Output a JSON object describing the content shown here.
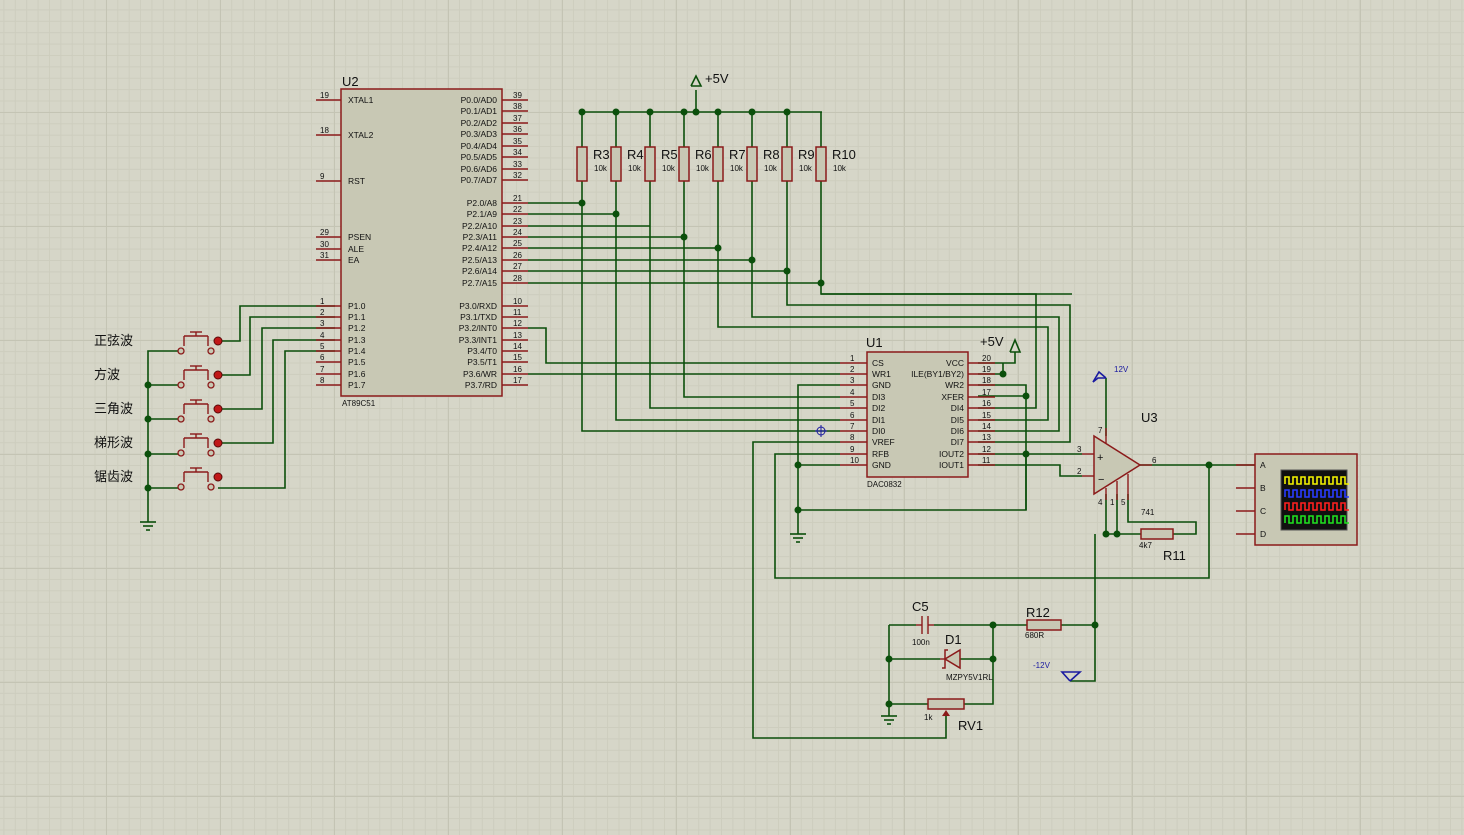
{
  "u2": {
    "ref": "U2",
    "part": "AT89C51",
    "left_pins": [
      {
        "num": "19",
        "name": "XTAL1"
      },
      {
        "num": "18",
        "name": "XTAL2"
      },
      {
        "num": "9",
        "name": "RST"
      },
      {
        "num": "29",
        "name": "PSEN"
      },
      {
        "num": "30",
        "name": "ALE"
      },
      {
        "num": "31",
        "name": "EA"
      },
      {
        "num": "1",
        "name": "P1.0"
      },
      {
        "num": "2",
        "name": "P1.1"
      },
      {
        "num": "3",
        "name": "P1.2"
      },
      {
        "num": "4",
        "name": "P1.3"
      },
      {
        "num": "5",
        "name": "P1.4"
      },
      {
        "num": "6",
        "name": "P1.5"
      },
      {
        "num": "7",
        "name": "P1.6"
      },
      {
        "num": "8",
        "name": "P1.7"
      }
    ],
    "right_pins": [
      {
        "num": "39",
        "name": "P0.0/AD0"
      },
      {
        "num": "38",
        "name": "P0.1/AD1"
      },
      {
        "num": "37",
        "name": "P0.2/AD2"
      },
      {
        "num": "36",
        "name": "P0.3/AD3"
      },
      {
        "num": "35",
        "name": "P0.4/AD4"
      },
      {
        "num": "34",
        "name": "P0.5/AD5"
      },
      {
        "num": "33",
        "name": "P0.6/AD6"
      },
      {
        "num": "32",
        "name": "P0.7/AD7"
      },
      {
        "num": "21",
        "name": "P2.0/A8"
      },
      {
        "num": "22",
        "name": "P2.1/A9"
      },
      {
        "num": "23",
        "name": "P2.2/A10"
      },
      {
        "num": "24",
        "name": "P2.3/A11"
      },
      {
        "num": "25",
        "name": "P2.4/A12"
      },
      {
        "num": "26",
        "name": "P2.5/A13"
      },
      {
        "num": "27",
        "name": "P2.6/A14"
      },
      {
        "num": "28",
        "name": "P2.7/A15"
      },
      {
        "num": "10",
        "name": "P3.0/RXD"
      },
      {
        "num": "11",
        "name": "P3.1/TXD"
      },
      {
        "num": "12",
        "name": "P3.2/INT0"
      },
      {
        "num": "13",
        "name": "P3.3/INT1"
      },
      {
        "num": "14",
        "name": "P3.4/T0"
      },
      {
        "num": "15",
        "name": "P3.5/T1"
      },
      {
        "num": "16",
        "name": "P3.6/WR"
      },
      {
        "num": "17",
        "name": "P3.7/RD"
      }
    ]
  },
  "u1": {
    "ref": "U1",
    "part": "DAC0832",
    "left_pins": [
      {
        "num": "1",
        "name": "CS"
      },
      {
        "num": "2",
        "name": "WR1"
      },
      {
        "num": "3",
        "name": "GND"
      },
      {
        "num": "4",
        "name": "DI3"
      },
      {
        "num": "5",
        "name": "DI2"
      },
      {
        "num": "6",
        "name": "DI1"
      },
      {
        "num": "7",
        "name": "DI0"
      },
      {
        "num": "8",
        "name": "VREF"
      },
      {
        "num": "9",
        "name": "RFB"
      },
      {
        "num": "10",
        "name": "GND"
      }
    ],
    "right_pins": [
      {
        "num": "20",
        "name": "VCC"
      },
      {
        "num": "19",
        "name": "ILE(BY1/BY2)"
      },
      {
        "num": "18",
        "name": "WR2"
      },
      {
        "num": "17",
        "name": "XFER"
      },
      {
        "num": "16",
        "name": "DI4"
      },
      {
        "num": "15",
        "name": "DI5"
      },
      {
        "num": "14",
        "name": "DI6"
      },
      {
        "num": "13",
        "name": "DI7"
      },
      {
        "num": "12",
        "name": "IOUT2"
      },
      {
        "num": "11",
        "name": "IOUT1"
      }
    ]
  },
  "resistor_array": [
    {
      "ref": "R3",
      "value": "10k"
    },
    {
      "ref": "R4",
      "value": "10k"
    },
    {
      "ref": "R5",
      "value": "10k"
    },
    {
      "ref": "R6",
      "value": "10k"
    },
    {
      "ref": "R7",
      "value": "10k"
    },
    {
      "ref": "R8",
      "value": "10k"
    },
    {
      "ref": "R9",
      "value": "10k"
    },
    {
      "ref": "R10",
      "value": "10k"
    }
  ],
  "power": {
    "top": "+5V",
    "dac": "+5V",
    "pos12": "12V",
    "neg12": "-12V"
  },
  "buttons": [
    "正弦波",
    "方波",
    "三角波",
    "梯形波",
    "锯齿波"
  ],
  "u3": {
    "ref": "U3",
    "part": "741",
    "pin_out": "6",
    "pin_inv": "2",
    "pin_noninv": "3",
    "pin_vplus": "7",
    "pin_vminus": "4",
    "pin_off1": "1",
    "pin_off2": "5"
  },
  "r11": {
    "ref": "R11",
    "value": "4k7"
  },
  "r12": {
    "ref": "R12",
    "value": "680R"
  },
  "c5": {
    "ref": "C5",
    "value": "100n"
  },
  "d1": {
    "ref": "D1",
    "value": "MZPY5V1RL"
  },
  "rv1": {
    "ref": "RV1",
    "value": "1k"
  },
  "scope": {
    "channels": [
      "A",
      "B",
      "C",
      "D"
    ],
    "trace_colors": [
      "#f2f200",
      "#2a3cff",
      "#ff2020",
      "#20e020"
    ],
    "screen_color": "#101010"
  }
}
